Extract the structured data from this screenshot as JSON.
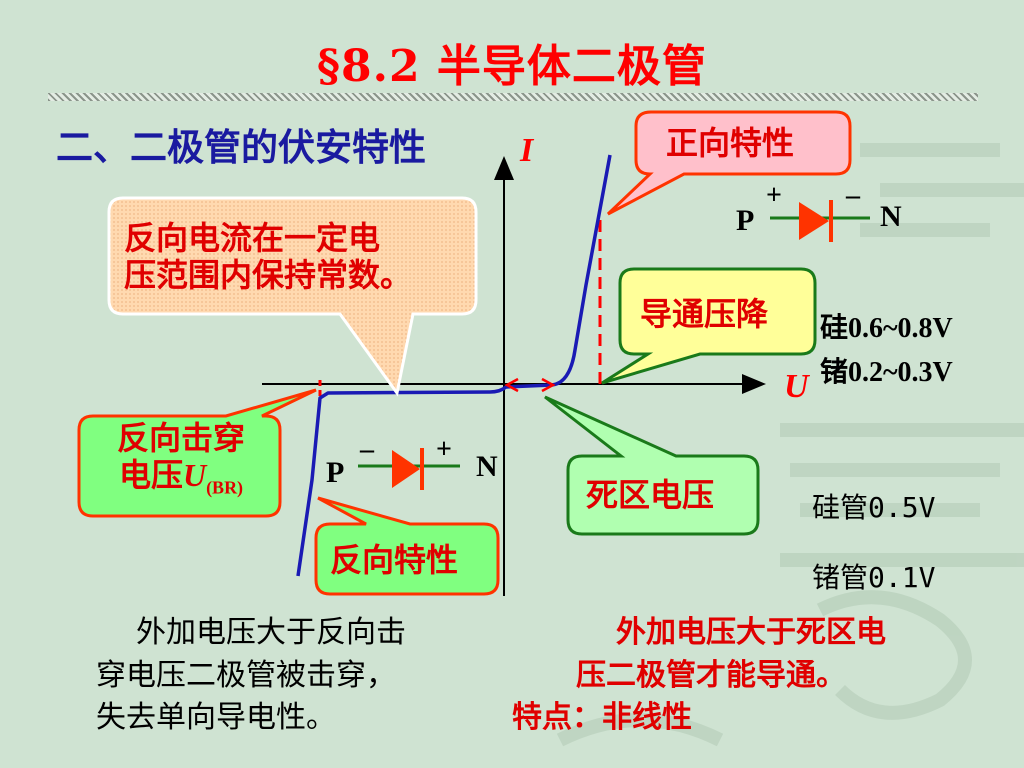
{
  "slide": {
    "title": "§8.2  半导体二极管",
    "section_heading": "二、二极管的伏安特性"
  },
  "axes": {
    "y_label": "I",
    "x_label": "U"
  },
  "callouts": {
    "forward": "正向特性",
    "conduction_drop": "导通压降",
    "reverse_current_line1": "反向电流在一定电",
    "reverse_current_line2": "压范围内保持常数。",
    "breakdown_line1": "反向击穿",
    "breakdown_prefix": "电压",
    "breakdown_symbol": "U",
    "breakdown_subscript": "(BR)",
    "dead_zone": "死区电压",
    "reverse": "反向特性"
  },
  "diode_top": {
    "p": "P",
    "n": "N",
    "p_sign": "+",
    "n_sign": "–"
  },
  "diode_bottom": {
    "p": "P",
    "n": "N",
    "p_sign": "–",
    "n_sign": "+"
  },
  "values": {
    "si_drop": "硅0.6~0.8V",
    "ge_drop": "锗0.2~0.3V",
    "si_dead": "硅管0.5V",
    "ge_dead": "锗管0.1V"
  },
  "notes": {
    "left_line1": "外加电压大于反向击",
    "left_line2": "穿电压二极管被击穿，",
    "left_line3": "失去单向导电性。",
    "right_line1": "外加电压大于死区电",
    "right_line2": "压二极管才能导通。",
    "feature": "特点：非线性"
  },
  "colors": {
    "title": "#ff0000",
    "heading": "#1a1aa0",
    "curve": "#1a1ab4",
    "callout_pink": "#ffc0cb",
    "callout_peach": "#ffd9b0",
    "callout_yellow": "#ffff99",
    "callout_green": "#80ff80",
    "callout_lightgreen": "#b0ffb0",
    "callout_border_red": "#ff3300",
    "callout_border_green": "#1a7a1a",
    "callout_text": "#e00000"
  }
}
